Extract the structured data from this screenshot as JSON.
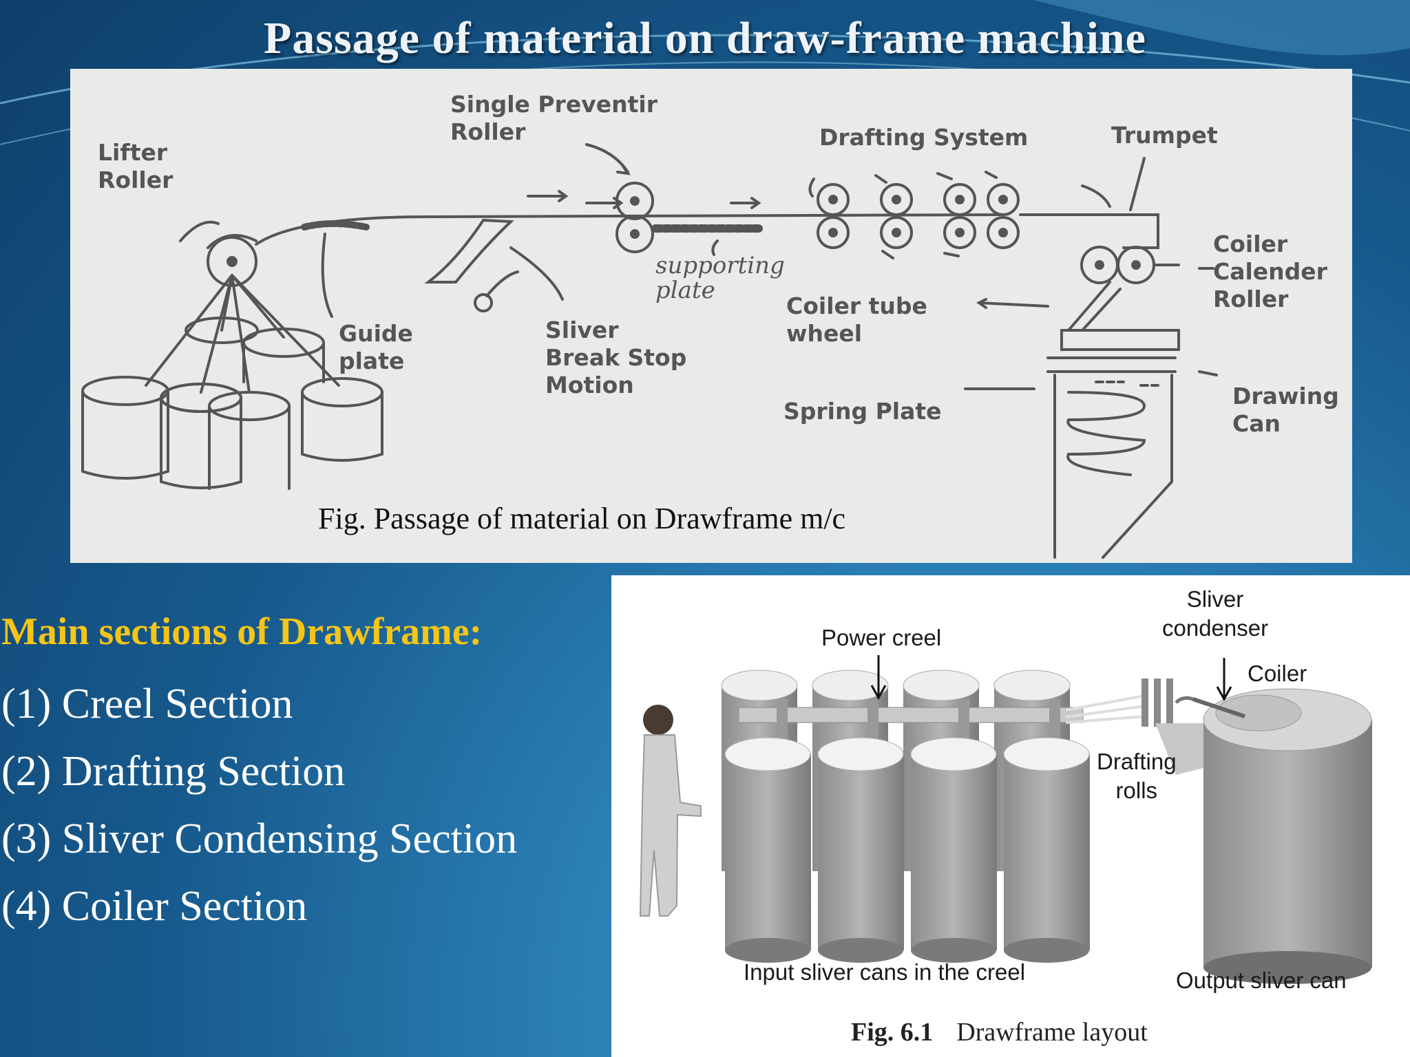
{
  "slide_title": "Passage of material on draw-frame machine",
  "sketch": {
    "labels": {
      "lifter_roller": "Lifter\nRoller",
      "single_preventir_roller": "Single Preventir\nRoller",
      "drafting_system": "Drafting System",
      "trumpet": "Trumpet",
      "coiler_calender_roller": "Coiler\nCalender\nRoller",
      "supporting_plate": "supporting\nplate",
      "guide_plate": "Guide\nplate",
      "sliver_break_stop_motion": "Sliver\nBreak Stop\nMotion",
      "coiler_tube_wheel": "Coiler tube\nwheel",
      "spring_plate": "Spring Plate",
      "drawing_can": "Drawing\nCan"
    },
    "caption": "Fig. Passage of material  on Drawframe m/c"
  },
  "sections": {
    "heading": "Main sections of Drawframe:",
    "items": [
      "(1) Creel Section",
      "(2) Drafting Section",
      "(3) Sliver Condensing Section",
      "(4) Coiler Section"
    ]
  },
  "layout_figure": {
    "labels": {
      "power_creel": "Power creel",
      "sliver_condenser": "Sliver\ncondenser",
      "coiler": "Coiler",
      "drafting_rolls": "Drafting\nrolls",
      "input_cans": "Input sliver cans in the creel",
      "output_can": "Output sliver can"
    },
    "caption_num": "Fig. 6.1",
    "caption_text": "Drawframe layout"
  },
  "colors": {
    "title": "#eef3f8",
    "heading": "#f5c518",
    "list_text": "#ffffff",
    "background_dark": "#0e3f6b",
    "background_light": "#4aa5d8"
  }
}
